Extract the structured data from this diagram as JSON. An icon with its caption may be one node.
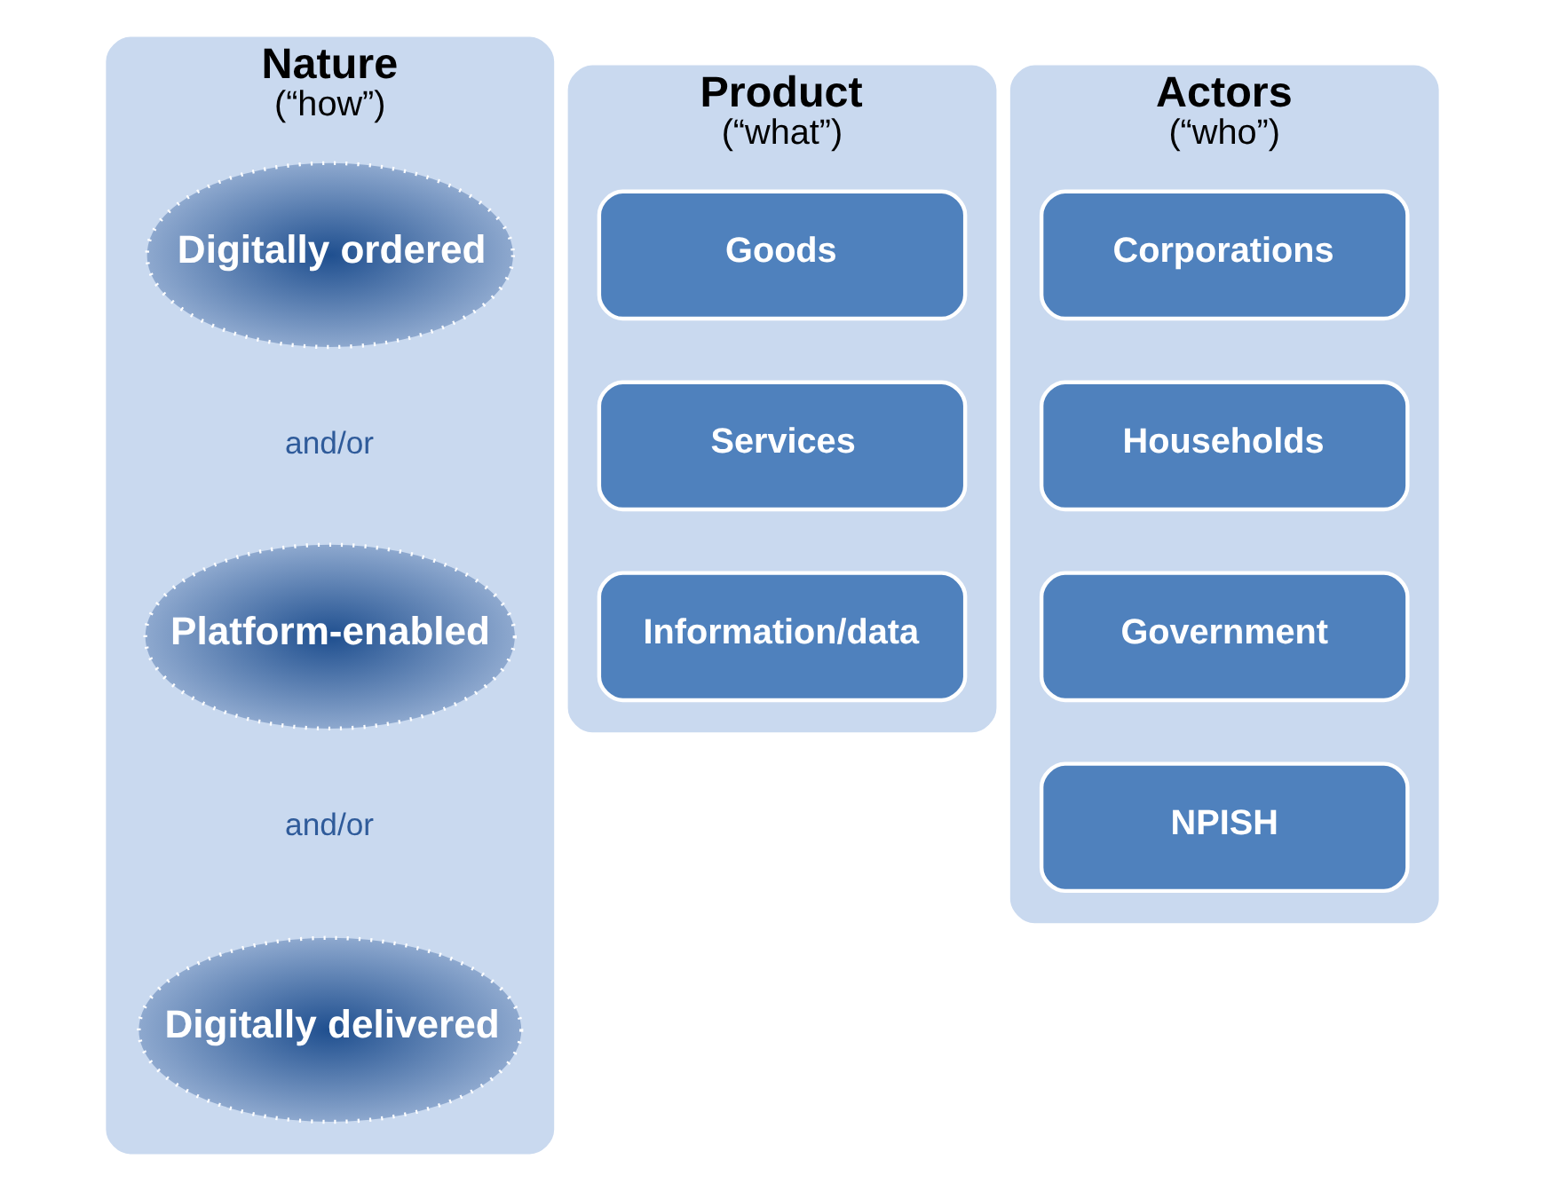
{
  "diagram": {
    "nodes": [
      {
        "text": [
          "Nature",
          "(“how”)"
        ]
      },
      {
        "text": [
          "Digitally ordered"
        ],
        "in": 0
      },
      {
        "text": [
          "Platform-enabled"
        ],
        "in": 0
      },
      {
        "text": [
          "Digitally delivered"
        ],
        "in": 0
      },
      {
        "text": [
          "Product",
          "(“what”)"
        ]
      },
      {
        "text": [
          "Goods"
        ],
        "in": 4
      },
      {
        "text": [
          "Services"
        ],
        "in": 4
      },
      {
        "text": [
          "Information/data"
        ],
        "in": 4
      },
      {
        "text": [
          "Actors",
          "(“who”)"
        ]
      },
      {
        "text": [
          "Corporations"
        ],
        "in": 8
      },
      {
        "text": [
          "Households"
        ],
        "in": 8
      },
      {
        "text": [
          "Government"
        ],
        "in": 8
      },
      {
        "text": [
          "NPISH"
        ],
        "in": 8
      }
    ],
    "edges": [],
    "labels": [
      "and/or",
      "and/or"
    ]
  }
}
